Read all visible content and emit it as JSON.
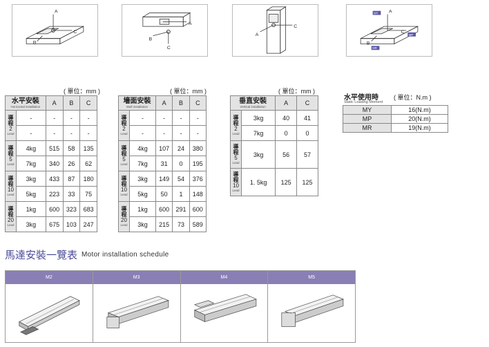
{
  "diagrams": [
    {
      "labels": [
        "A",
        "B",
        "C"
      ]
    },
    {
      "labels": [
        "A",
        "B",
        "C"
      ]
    },
    {
      "labels": [
        "A",
        "C"
      ]
    },
    {
      "labels": [
        "A",
        "B",
        "C"
      ],
      "moment_tags": [
        "MY",
        "MP",
        "MR"
      ]
    }
  ],
  "unit_mm": "( 單位：mm )",
  "unit_nm": "( 單位：N.m )",
  "horizontal": {
    "title": "水平安裝",
    "subtitle": "Horizontal installation",
    "cols": [
      "A",
      "B",
      "C"
    ],
    "groups": [
      {
        "lead": "2",
        "rows": [
          {
            "load": "-",
            "v": [
              "-",
              "-",
              "-"
            ]
          },
          {
            "load": "-",
            "v": [
              "-",
              "-",
              "-"
            ]
          }
        ]
      },
      {
        "lead": "5",
        "rows": [
          {
            "load": "4kg",
            "v": [
              "515",
              "58",
              "135"
            ]
          },
          {
            "load": "7kg",
            "v": [
              "340",
              "26",
              "62"
            ]
          }
        ]
      },
      {
        "lead": "10",
        "rows": [
          {
            "load": "3kg",
            "v": [
              "433",
              "87",
              "180"
            ]
          },
          {
            "load": "5kg",
            "v": [
              "223",
              "33",
              "75"
            ]
          }
        ]
      },
      {
        "lead": "20",
        "rows": [
          {
            "load": "1kg",
            "v": [
              "600",
              "323",
              "683"
            ]
          },
          {
            "load": "3kg",
            "v": [
              "675",
              "103",
              "247"
            ]
          }
        ]
      }
    ]
  },
  "wall": {
    "title": "墻面安裝",
    "subtitle": "Wall installation",
    "cols": [
      "A",
      "B",
      "C"
    ],
    "groups": [
      {
        "lead": "2",
        "rows": [
          {
            "load": "-",
            "v": [
              "-",
              "-",
              "-"
            ]
          },
          {
            "load": "-",
            "v": [
              "-",
              "-",
              "-"
            ]
          }
        ]
      },
      {
        "lead": "5",
        "rows": [
          {
            "load": "4kg",
            "v": [
              "107",
              "24",
              "380"
            ]
          },
          {
            "load": "7kg",
            "v": [
              "31",
              "0",
              "195"
            ]
          }
        ]
      },
      {
        "lead": "10",
        "rows": [
          {
            "load": "3kg",
            "v": [
              "149",
              "54",
              "376"
            ]
          },
          {
            "load": "5kg",
            "v": [
              "50",
              "1",
              "148"
            ]
          }
        ]
      },
      {
        "lead": "20",
        "rows": [
          {
            "load": "1kg",
            "v": [
              "600",
              "291",
              "600"
            ]
          },
          {
            "load": "3kg",
            "v": [
              "215",
              "73",
              "589"
            ]
          }
        ]
      }
    ]
  },
  "vertical": {
    "title": "垂直安裝",
    "subtitle": "Vertical installation",
    "cols": [
      "A",
      "C"
    ],
    "groups": [
      {
        "lead": "2",
        "rows": [
          {
            "load": "3kg",
            "v": [
              "40",
              "41"
            ]
          },
          {
            "load": "7kg",
            "v": [
              "0",
              "0"
            ]
          }
        ]
      },
      {
        "lead": "5",
        "rows": [
          {
            "load": "3kg",
            "v": [
              "56",
              "57"
            ]
          }
        ]
      },
      {
        "lead": "10",
        "rows": [
          {
            "load": "1. 5kg",
            "v": [
              "125",
              "125"
            ]
          }
        ]
      }
    ]
  },
  "lead_zh": "導程",
  "lead_en": "Lead",
  "moment": {
    "title": "水平使用時",
    "subtitle": "Static Loading Moment",
    "rows": [
      {
        "key": "MY",
        "value": "16(N.m)"
      },
      {
        "key": "MP",
        "value": "20(N.m)"
      },
      {
        "key": "MR",
        "value": "19(N.m)"
      }
    ]
  },
  "motor_section": {
    "title": "馬達安裝一覽表",
    "subtitle": "Motor installation schedule",
    "columns": [
      "M2",
      "M3",
      "M4",
      "M5"
    ]
  }
}
